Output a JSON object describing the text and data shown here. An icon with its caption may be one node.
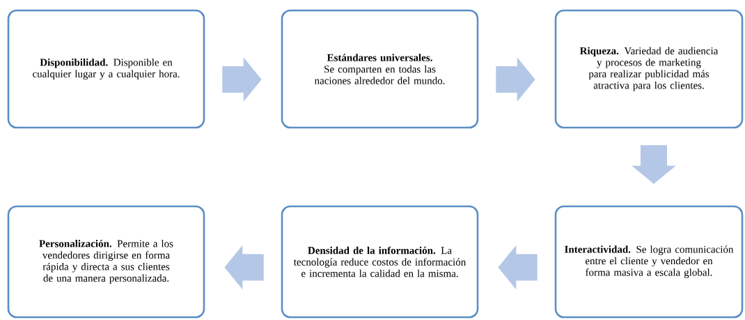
{
  "diagram": {
    "nodes": [
      {
        "text": [
          "**Disponibilidad.** Disponible en cualquier lugar y a cualquier hora."
        ]
      },
      {
        "text": [
          "**Estándares universales.** Se comparten en todas las naciones alrededor del mundo."
        ]
      },
      {
        "text": [
          "**Riqueza.** Variedad de audiencia y procesos de marketing para realizar publicidad más atractiva para los clientes."
        ]
      },
      {
        "text": [
          "**Personalización.** Permite a los vendedores dirigirse en forma rápida y directa a sus clientes de una manera personalizada."
        ]
      },
      {
        "text": [
          "**Densidad de la información.** La tecnología reduce costos de información e incrementa la calidad en la misma."
        ]
      },
      {
        "text": [
          "**Interactividad.** Se logra comunicación entre el cliente y vendedor en forma masiva a escala global."
        ]
      }
    ],
    "edges": [
      {
        "from": 0,
        "to": 1,
        "arrow": "to"
      },
      {
        "from": 1,
        "to": 2,
        "arrow": "to"
      },
      {
        "from": 2,
        "to": 5,
        "arrow": "to"
      },
      {
        "from": 5,
        "to": 4,
        "arrow": "to"
      },
      {
        "from": 4,
        "to": 3,
        "arrow": "to"
      }
    ]
  }
}
